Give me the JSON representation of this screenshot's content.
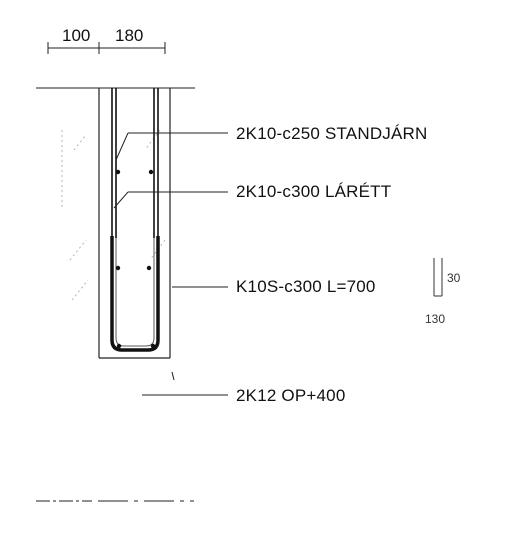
{
  "dimensions": {
    "left": "100",
    "right": "180"
  },
  "callouts": {
    "vertical_bars": "2K10-c250 STANDJÁRN",
    "horizontal_bars": "2K10-c300 LÁRÉTT",
    "stirrups": "K10S-c300 L=700",
    "bottom_bars": "2K12 OP+400"
  },
  "detail": {
    "height": "30",
    "width": "130"
  },
  "colors": {
    "line": "#222222",
    "rebar": "#111111",
    "faint": "#9a9a9a"
  }
}
